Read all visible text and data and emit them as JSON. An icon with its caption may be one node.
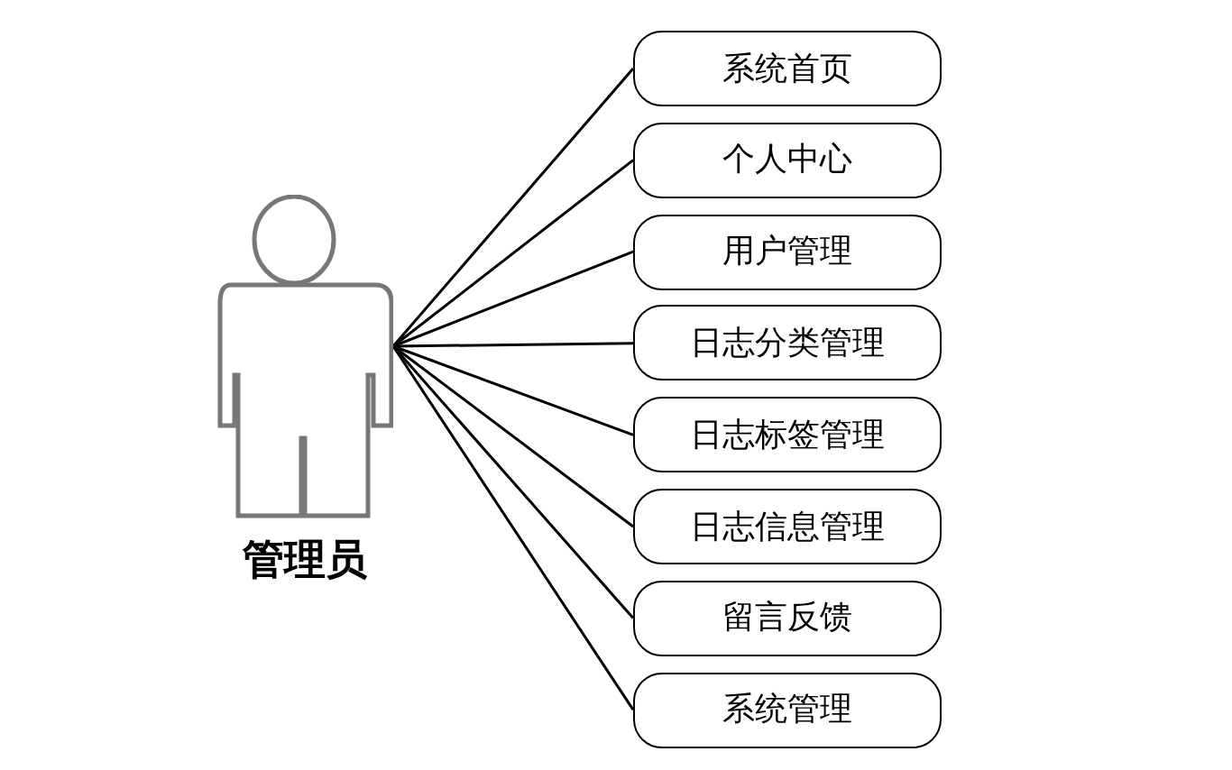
{
  "diagram": {
    "nodes": [
      {
        "text": [
          "管理员"
        ]
      },
      {
        "text": [
          "系统首页"
        ]
      },
      {
        "text": [
          "个人中心"
        ]
      },
      {
        "text": [
          "用户管理"
        ]
      },
      {
        "text": [
          "日志分类管理"
        ]
      },
      {
        "text": [
          "日志标签管理"
        ]
      },
      {
        "text": [
          "日志信息管理"
        ]
      },
      {
        "text": [
          "留言反馈"
        ]
      },
      {
        "text": [
          "系统管理"
        ]
      }
    ],
    "edges": [
      {
        "from": 0,
        "to": 1,
        "arrow": "none"
      },
      {
        "from": 0,
        "to": 2,
        "arrow": "none"
      },
      {
        "from": 0,
        "to": 3,
        "arrow": "none"
      },
      {
        "from": 0,
        "to": 4,
        "arrow": "none"
      },
      {
        "from": 0,
        "to": 5,
        "arrow": "none"
      },
      {
        "from": 0,
        "to": 6,
        "arrow": "none"
      },
      {
        "from": 0,
        "to": 7,
        "arrow": "none"
      },
      {
        "from": 0,
        "to": 8,
        "arrow": "none"
      }
    ]
  }
}
